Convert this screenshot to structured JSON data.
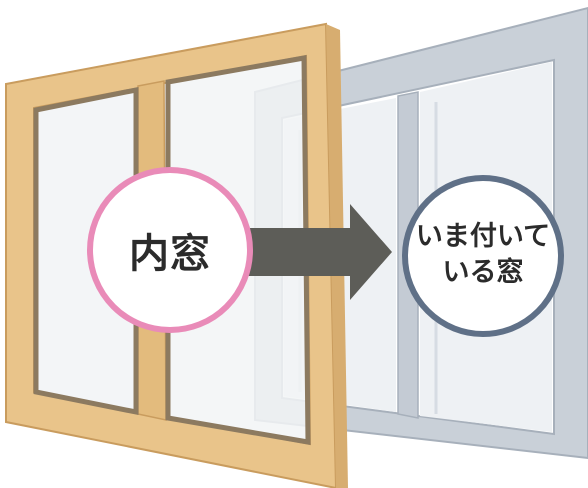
{
  "diagram": {
    "inner_window": {
      "label": "内窓",
      "frame_color": "#e9c48a",
      "circle_color": "#e98bb8"
    },
    "existing_window": {
      "label_line1": "いま付いて",
      "label_line2": "いる窓",
      "frame_color": "#c9d0d8",
      "circle_color": "#5f7087"
    },
    "arrow": {
      "color": "#5d5d58",
      "direction": "right"
    }
  }
}
